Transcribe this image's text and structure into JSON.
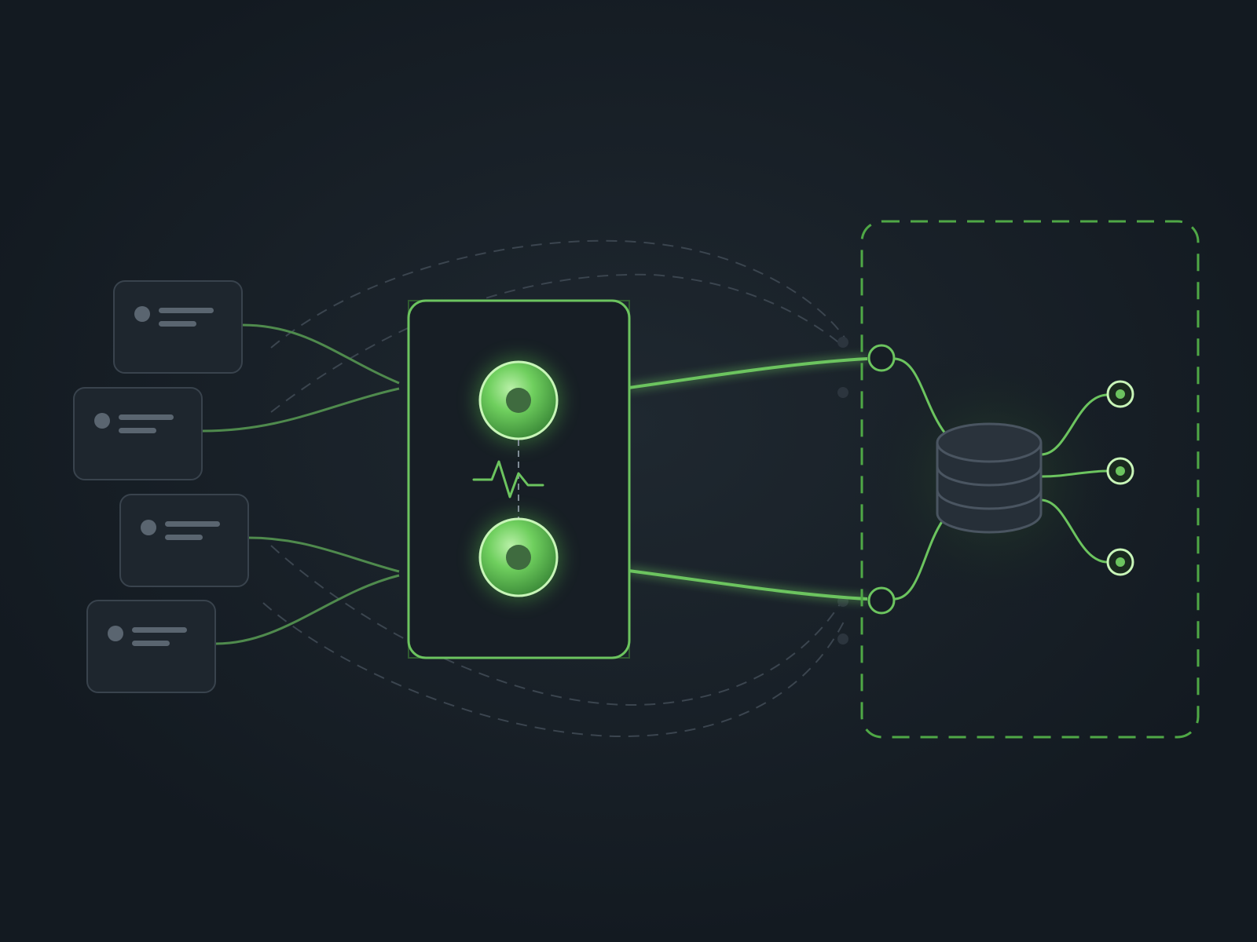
{
  "colors": {
    "background": "#131a21",
    "background_glow": "#1c242c",
    "card_fill": "#1e262e",
    "card_stroke": "#39434d",
    "card_line": "#5a6570",
    "panel_fill": "#171e25",
    "accent": "#6cc45f",
    "accent_bright": "#8ee07c",
    "accent_dim": "#4f8a4d",
    "node_core": "#3f6b3f",
    "dashed_gray": "#3b454f",
    "database_fill": "#262f38",
    "database_stroke": "#4a5561",
    "ring_fill": "#1a2a1e"
  },
  "diagram": {
    "client_card_count": 4,
    "load_balancer": {
      "node_count": 2,
      "heartbeat_icon": "heartbeat-icon"
    },
    "storage_cluster": {
      "entry_port_count": 2,
      "database_icon": "database-icon",
      "output_port_count": 3
    }
  }
}
